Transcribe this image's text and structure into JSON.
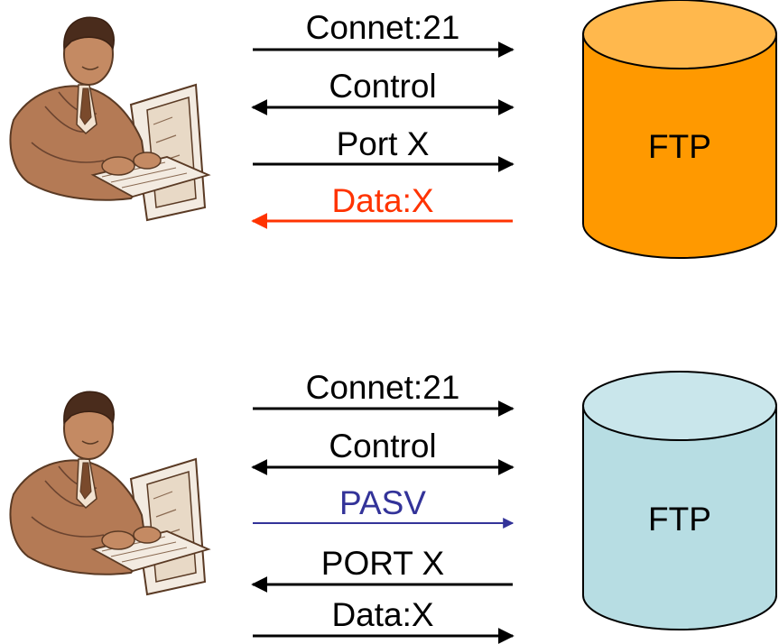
{
  "colors": {
    "black": "#000000",
    "red": "#ff3300",
    "blue": "#333399",
    "orange_fill": "#ff9900",
    "orange_top": "#ffb84d",
    "teal_fill": "#b7dde3",
    "teal_top": "#c9e6eb"
  },
  "active_mode": {
    "client_icon": "person-at-computer-clipart",
    "server_label": "FTP",
    "server_color": "orange",
    "arrows": [
      {
        "label": "Connet:21",
        "direction": "to-server",
        "color": "black"
      },
      {
        "label": "Control",
        "direction": "both",
        "color": "black"
      },
      {
        "label": "Port X",
        "direction": "to-server",
        "color": "black"
      },
      {
        "label": "Data:X",
        "direction": "to-client",
        "color": "red"
      }
    ]
  },
  "passive_mode": {
    "client_icon": "person-at-computer-clipart",
    "server_label": "FTP",
    "server_color": "light-teal",
    "arrows": [
      {
        "label": "Connet:21",
        "direction": "to-server",
        "color": "black"
      },
      {
        "label": "Control",
        "direction": "both",
        "color": "black"
      },
      {
        "label": "PASV",
        "direction": "to-server",
        "color": "blue"
      },
      {
        "label": "PORT X",
        "direction": "to-client",
        "color": "black"
      },
      {
        "label": "Data:X",
        "direction": "to-server",
        "color": "black"
      }
    ]
  }
}
